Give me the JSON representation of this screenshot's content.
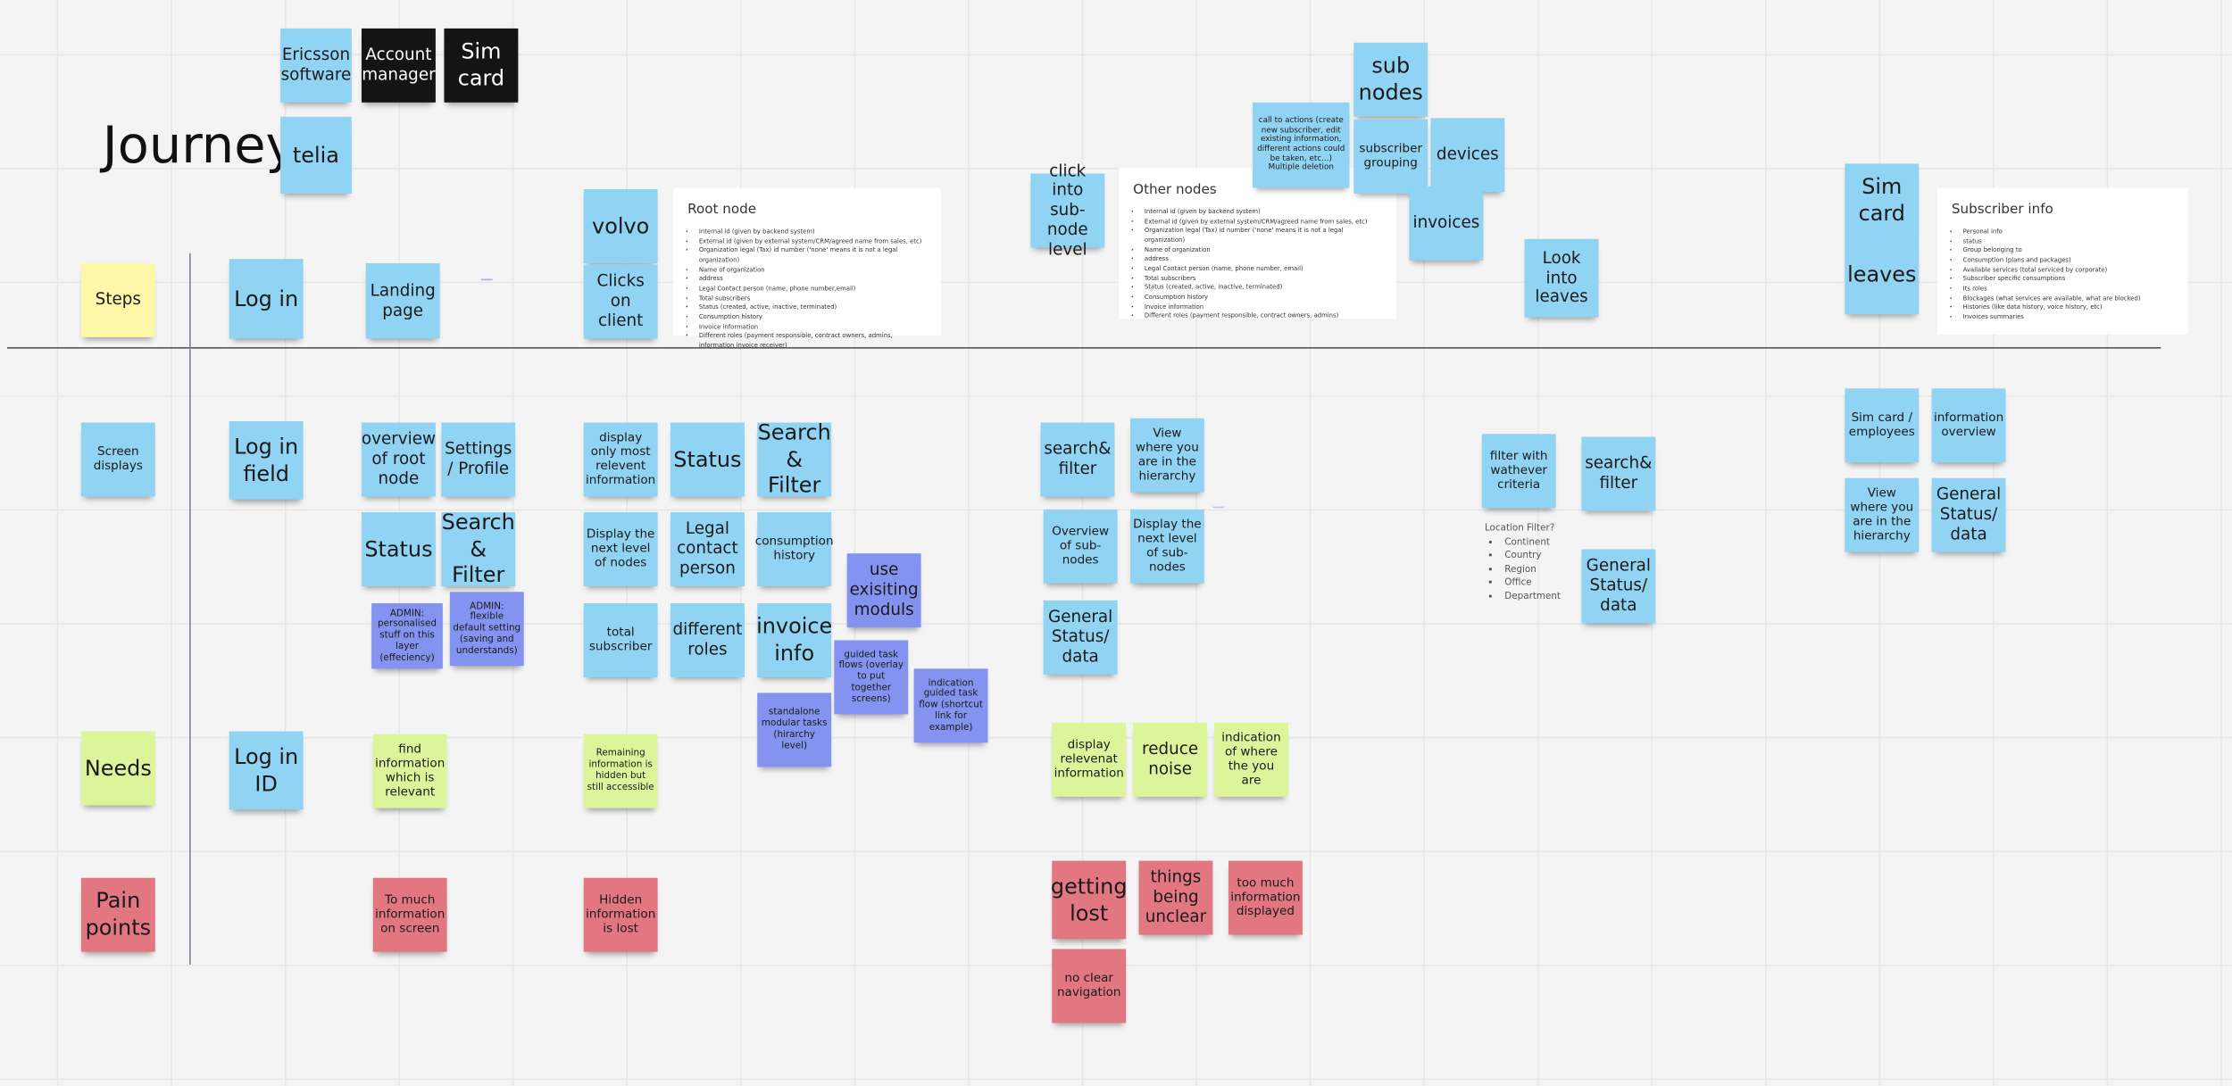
{
  "board": {
    "title": "Journey"
  },
  "colors": {
    "blue": "#90d3f3",
    "black": "#141414",
    "yellow": "#fdf7a8",
    "green": "#dcf59b",
    "red": "#e27681",
    "purple": "#8493ef"
  },
  "stickies": [
    {
      "text": "Ericsson software",
      "color": "blue"
    },
    {
      "text": "Account manager",
      "color": "black"
    },
    {
      "text": "Sim card",
      "color": "black"
    },
    {
      "text": "telia",
      "color": "blue"
    },
    {
      "text": "Steps",
      "color": "yellow"
    },
    {
      "text": "Log in",
      "color": "blue"
    },
    {
      "text": "Landing page",
      "color": "blue"
    },
    {
      "text": "volvo",
      "color": "blue"
    },
    {
      "text": "Clicks on client",
      "color": "blue"
    },
    {
      "text": "click into sub-node level",
      "color": "blue"
    },
    {
      "text": "sub nodes",
      "color": "blue"
    },
    {
      "text": "call to actions (create new subscriber, edit existing information, different actions could be taken, etc...) Multiple deletion",
      "color": "blue"
    },
    {
      "text": "subscriber grouping",
      "color": "blue"
    },
    {
      "text": "devices",
      "color": "blue"
    },
    {
      "text": "invoices",
      "color": "blue"
    },
    {
      "text": "Look into leaves",
      "color": "blue"
    },
    {
      "text": "Sim card",
      "color": "blue"
    },
    {
      "text": "leaves",
      "color": "blue"
    },
    {
      "text": "Screen displays",
      "color": "blue"
    },
    {
      "text": "Log in field",
      "color": "blue"
    },
    {
      "text": "overview of root node",
      "color": "blue"
    },
    {
      "text": "Settings / Profile",
      "color": "blue"
    },
    {
      "text": "Status",
      "color": "blue"
    },
    {
      "text": "Search & Filter",
      "color": "blue"
    },
    {
      "text": "ADMIN: personalised stuff on this layer (effeciency)",
      "color": "purple"
    },
    {
      "text": "ADMIN: flexible default setting (saving and understands)",
      "color": "purple"
    },
    {
      "text": "display only most relevent information",
      "color": "blue"
    },
    {
      "text": "Status",
      "color": "blue"
    },
    {
      "text": "Search & Filter",
      "color": "blue"
    },
    {
      "text": "Display the next level of nodes",
      "color": "blue"
    },
    {
      "text": "Legal contact person",
      "color": "blue"
    },
    {
      "text": "consumption history",
      "color": "blue"
    },
    {
      "text": "use exisiting moduls",
      "color": "purple"
    },
    {
      "text": "total subscriber",
      "color": "blue"
    },
    {
      "text": "different roles",
      "color": "blue"
    },
    {
      "text": "invoice info",
      "color": "blue"
    },
    {
      "text": "guided task flows (overlay to put together screens)",
      "color": "purple"
    },
    {
      "text": "indication guided task flow (shortcut link for example)",
      "color": "purple"
    },
    {
      "text": "standalone modular tasks (hirarchy level)",
      "color": "purple"
    },
    {
      "text": "search& filter",
      "color": "blue"
    },
    {
      "text": "View where you are in the hierarchy",
      "color": "blue"
    },
    {
      "text": "Overview of sub-nodes",
      "color": "blue"
    },
    {
      "text": "Display the next level of sub-nodes",
      "color": "blue"
    },
    {
      "text": "General Status/ data",
      "color": "blue"
    },
    {
      "text": "filter with wathever criteria",
      "color": "blue"
    },
    {
      "text": "search& filter",
      "color": "blue"
    },
    {
      "text": "General Status/ data",
      "color": "blue"
    },
    {
      "text": "Sim card / employees",
      "color": "blue"
    },
    {
      "text": "information overview",
      "color": "blue"
    },
    {
      "text": "View where you are in the hierarchy",
      "color": "blue"
    },
    {
      "text": "General Status/ data",
      "color": "blue"
    },
    {
      "text": "Needs",
      "color": "green"
    },
    {
      "text": "Log in ID",
      "color": "blue"
    },
    {
      "text": "find information which is relevant",
      "color": "green"
    },
    {
      "text": "Remaining information is hidden but still accessible",
      "color": "green"
    },
    {
      "text": "display relevenat information",
      "color": "green"
    },
    {
      "text": "reduce noise",
      "color": "green"
    },
    {
      "text": "indication of where the you are",
      "color": "green"
    },
    {
      "text": "Pain points",
      "color": "red"
    },
    {
      "text": "To much information on screen",
      "color": "red"
    },
    {
      "text": "Hidden information is lost",
      "color": "red"
    },
    {
      "text": "getting lost",
      "color": "red"
    },
    {
      "text": "things being unclear",
      "color": "red"
    },
    {
      "text": "too much information displayed",
      "color": "red"
    },
    {
      "text": "no clear navigation",
      "color": "red"
    }
  ],
  "cards": [
    {
      "title": "Root node",
      "items": [
        "Internal id (given by backend system)",
        "External id (given by external system/CRM/agreed name from sales, etc)",
        "Organization legal (Tax) id number ('none' means it is not a legal organization)",
        "Name of organization",
        "address",
        "Legal Contact person (name, phone number,email)",
        "Total subscribers",
        "Status (created, active, inactive, terminated)",
        "Consumption history",
        "Invoice information",
        "Different roles (payment responsible, contract owners, admins, information invoice receiver)"
      ]
    },
    {
      "title": "Other nodes",
      "items": [
        "Internal id (given by backend system)",
        "External id (given by external system/CRM/agreed name from sales, etc)",
        "Organization legal (Tax) id number ('none' means it is not a legal organization)",
        "Name of organization",
        "address",
        "Legal Contact person (name, phone number, email)",
        "Total subscribers",
        "Status (created, active, inactive, terminated)",
        "Consumption history",
        "Invoice information",
        "Different roles (payment responsible, contract owners, admins)"
      ]
    },
    {
      "title": "Subscriber info",
      "items": [
        "Personal info",
        "status",
        "Group belonging to",
        "Consumption (plans and packages)",
        "Available services (total serviced by corporate)",
        "Subscriber specific consumptions",
        "Its roles",
        "Blockages (what services are available, what are blocked)",
        "Histories (like data history, voice history, etc)",
        "Invoices summaries"
      ]
    }
  ],
  "location_filter": {
    "title": "Location Filter?",
    "items": [
      "Continent",
      "Country",
      "Region",
      "Office",
      "Department"
    ]
  }
}
